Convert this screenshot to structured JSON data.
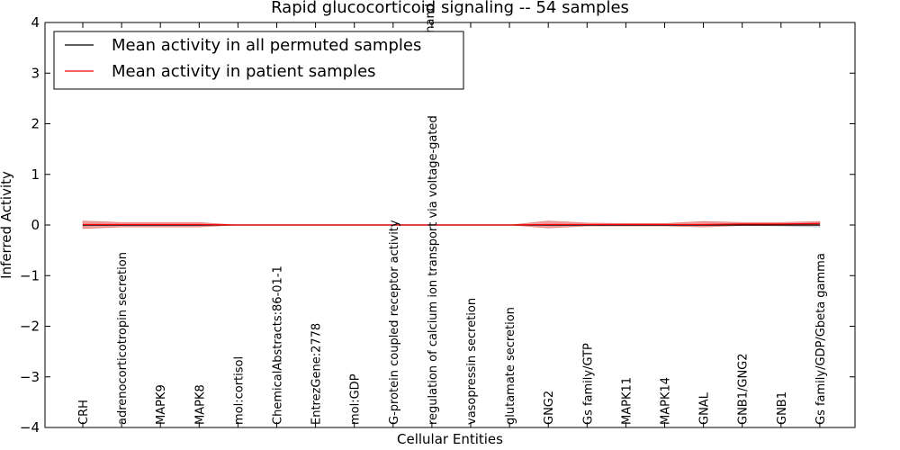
{
  "chart_data": {
    "type": "line",
    "title": "Rapid glucocorticoid signaling -- 54 samples",
    "xlabel": "Cellular Entities",
    "ylabel": "Inferred Activity",
    "ylim": [
      -4,
      4
    ],
    "yticks": [
      "−4",
      "−3",
      "−2",
      "−1",
      "0",
      "1",
      "2",
      "3",
      "4"
    ],
    "grid": false,
    "legend_position": "top-left",
    "categories": [
      "CRH",
      "adrenocorticotropin secretion",
      "MAPK9",
      "MAPK8",
      "mol:cortisol",
      "ChemicalAbstracts:86-01-1",
      "EntrezGene:2778",
      "mol:GDP",
      "G-protein coupled receptor activity",
      "regulation of calcium ion transport via voltage-gated",
      "vasopressin secretion",
      "glutamate secretion",
      "GNG2",
      "Gs family/GTP",
      "MAPK11",
      "MAPK14",
      "GNAL",
      "GNB1/GNG2",
      "GNB1",
      "Gs family/GDP/Gbeta gamma"
    ],
    "overflow_label": "hand",
    "series": [
      {
        "name": "Mean activity in all permuted samples",
        "color": "#000000",
        "values": [
          0,
          0,
          0,
          0,
          0,
          0,
          0,
          0,
          0,
          0,
          0,
          0,
          0,
          0,
          0,
          0,
          0,
          0,
          0,
          0
        ],
        "band_low": [
          -0.01,
          -0.01,
          -0.01,
          -0.01,
          -0.005,
          -0.005,
          -0.005,
          -0.005,
          -0.005,
          -0.005,
          -0.005,
          -0.005,
          -0.01,
          -0.01,
          -0.01,
          -0.01,
          -0.01,
          -0.01,
          -0.02,
          -0.04
        ],
        "band_high": [
          0.01,
          0.01,
          0.01,
          0.01,
          0.005,
          0.005,
          0.005,
          0.005,
          0.005,
          0.005,
          0.005,
          0.005,
          0.01,
          0.01,
          0.01,
          0.01,
          0.01,
          0.01,
          0.02,
          0.04
        ],
        "band_color": "#999999"
      },
      {
        "name": "Mean activity in patient samples",
        "color": "#ff0000",
        "values": [
          0.01,
          0.01,
          0.01,
          0.01,
          0,
          0,
          0,
          0,
          0,
          0,
          0,
          0,
          0.01,
          0.01,
          0.01,
          0.01,
          0.01,
          0.02,
          0.02,
          0.03
        ],
        "band_low": [
          -0.07,
          -0.04,
          -0.04,
          -0.04,
          0,
          0,
          0,
          0,
          0,
          0,
          0,
          0,
          -0.06,
          -0.02,
          -0.02,
          -0.02,
          -0.04,
          -0.01,
          -0.01,
          -0.01
        ],
        "band_high": [
          0.08,
          0.05,
          0.05,
          0.05,
          0,
          0,
          0,
          0,
          0,
          0,
          0,
          0,
          0.08,
          0.04,
          0.03,
          0.03,
          0.07,
          0.05,
          0.05,
          0.07
        ],
        "band_color": "#e34a4a"
      }
    ]
  }
}
